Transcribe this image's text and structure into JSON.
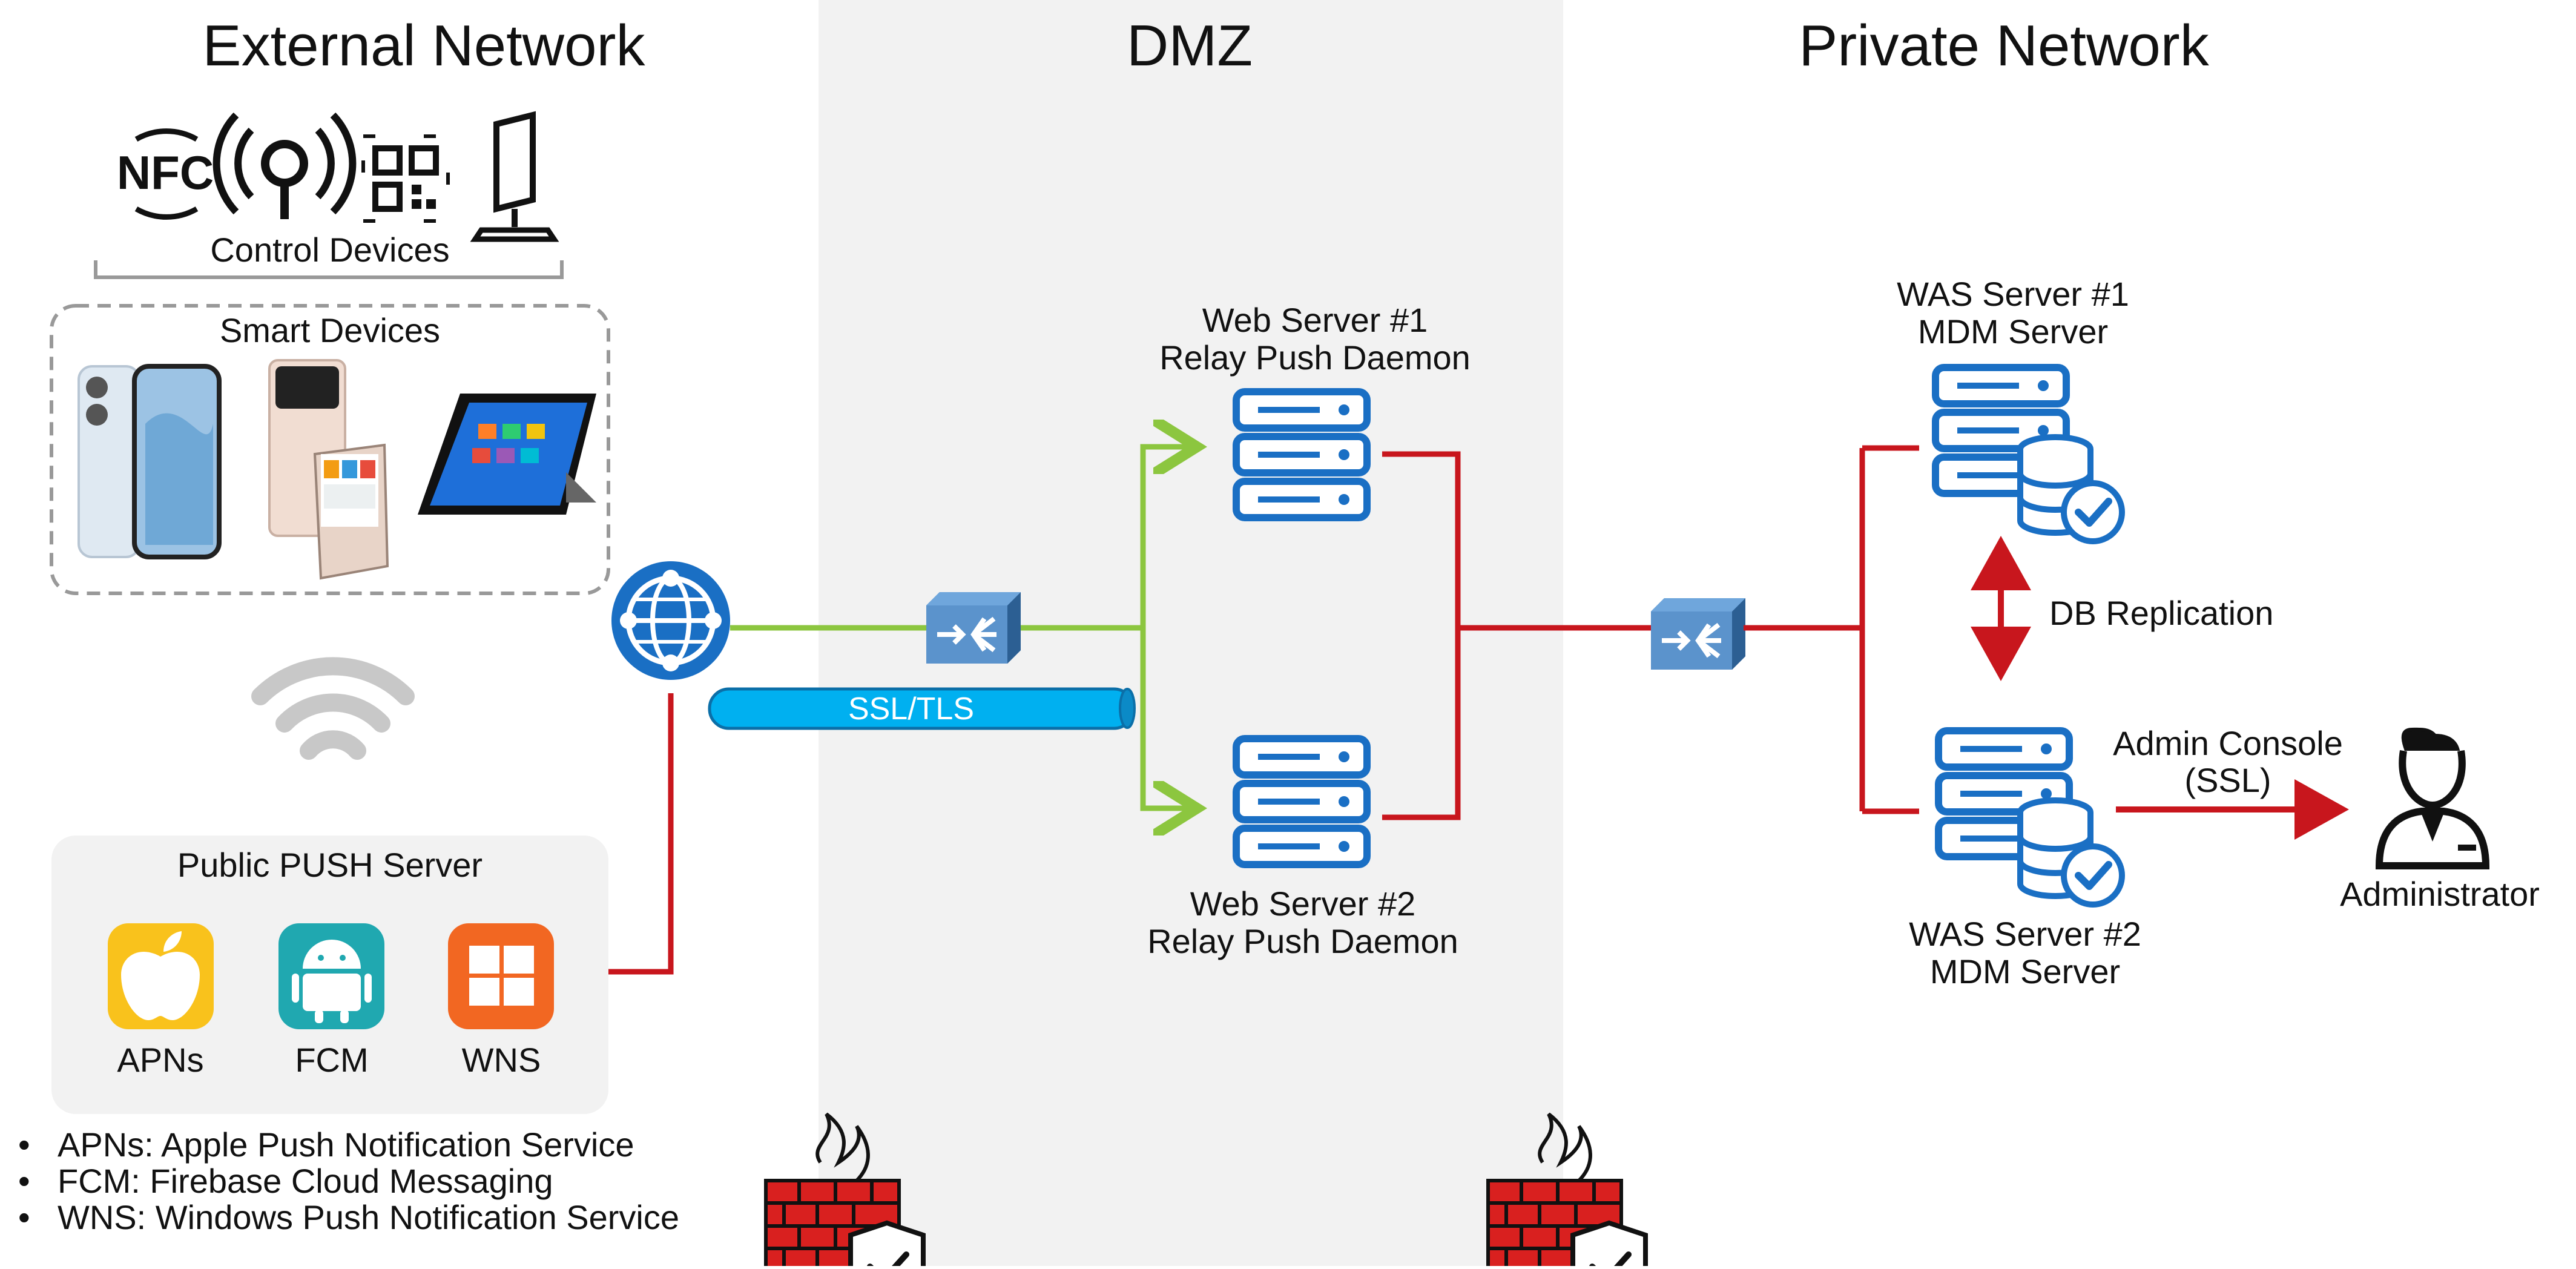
{
  "zones": {
    "external": "External Network",
    "dmz": "DMZ",
    "private": "Private Network"
  },
  "control_devices": {
    "label": "Control Devices",
    "icons": [
      "nfc-icon",
      "antenna-icon",
      "qr-code-icon",
      "kiosk-icon"
    ],
    "nfc_text": "NFC"
  },
  "smart_devices": {
    "label": "Smart Devices",
    "icons": [
      "smartphone-icon",
      "foldable-phone-icon",
      "tablet-icon"
    ]
  },
  "push_server": {
    "label": "Public PUSH Server",
    "services": [
      {
        "name": "APNs",
        "icon": "apple-icon",
        "color": "#f9c21c"
      },
      {
        "name": "FCM",
        "icon": "android-icon",
        "color": "#20a8b0"
      },
      {
        "name": "WNS",
        "icon": "windows-icon",
        "color": "#f26722"
      }
    ]
  },
  "tunnel_label": "SSL/TLS",
  "web_servers": [
    {
      "line1": "Web Server #1",
      "line2": "Relay Push Daemon"
    },
    {
      "line1": "Web Server #2",
      "line2": "Relay Push Daemon"
    }
  ],
  "was_servers": [
    {
      "line1": "WAS Server #1",
      "line2": "MDM Server"
    },
    {
      "line1": "WAS Server #2",
      "line2": "MDM Server"
    }
  ],
  "db_replication": "DB Replication",
  "admin_console": {
    "line1": "Admin Console",
    "line2": "(SSL)"
  },
  "administrator": "Administrator",
  "notes": [
    "APNs: Apple Push Notification Service",
    "FCM: Firebase Cloud Messaging",
    "WNS: Windows Push Notification Service"
  ],
  "colors": {
    "server_blue": "#1a6fc4",
    "link_red": "#c8161d",
    "link_green": "#8cc63f",
    "dmz_bg": "#f2f2f2",
    "tunnel": "#00b0f0",
    "firewall_red": "#d9201f"
  }
}
